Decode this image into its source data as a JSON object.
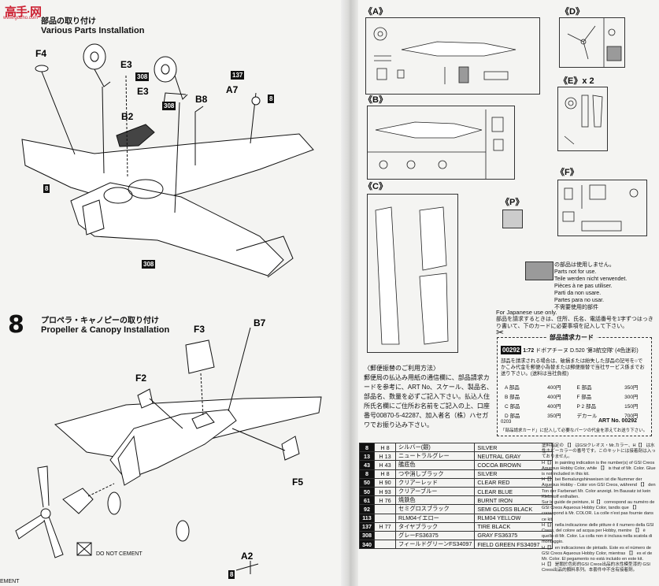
{
  "watermark": {
    "logo": "高手·网",
    "url": "www.go2ho.com"
  },
  "step7": {
    "jp_title": "部品の取り付け",
    "en_title": "Various Parts Installation",
    "callouts": {
      "f4": "F4",
      "e3a": "E3",
      "e3b": "E3",
      "b2": "B2",
      "b8": "B8",
      "a7": "A7"
    },
    "codes": {
      "c308a": "308",
      "c308b": "308",
      "c308c": "308",
      "c137": "137",
      "c8a": "8",
      "c8b": "8"
    }
  },
  "step8": {
    "num": "8",
    "jp_title": "プロペラ・キャノピーの取り付け",
    "en_title": "Propeller & Canopy Installation",
    "callouts": {
      "f3": "F3",
      "b7": "B7",
      "f2": "F2",
      "f5": "F5",
      "a2": "A2"
    },
    "codes": {
      "c8": "8"
    },
    "do_not_cement": "DO NOT CEMENT",
    "cement_cut": "EMENT"
  },
  "sprues": {
    "a": "《A》",
    "b": "《B》",
    "c": "《C》",
    "d": "《D》",
    "e": "《E》x 2",
    "f": "《F》",
    "p": "《P》"
  },
  "not_for_use": {
    "jp": "の部品は使用しません。",
    "lines": [
      "Parts not for use.",
      "Teile werden nicht verwendet.",
      "Pièces à ne pas utiliser.",
      "Parti da non usare.",
      "Partes para no usar.",
      "不需要使用的部件"
    ]
  },
  "japan_only": {
    "en": "For Japanese use only.",
    "jp": "部品を請求するときは、住所、氏名、電話番号を1字ずつはっきり書いて、下のカードに必要事項を記入して下さい。"
  },
  "order_card": {
    "title": "部品請求カード",
    "kit_no": "00292",
    "kit_scale": "1:72",
    "kit_name": "ドボアチーヌ D.520 '第3航空隊' (4色迷彩)",
    "body": "部品を請求される場合は、破損または紛失した部品の記号を○でかこみ代金を郵便小為替または郵便振替で当社サービス係までお送り下さい。(送料は当社負担)",
    "prices": [
      {
        "part": "A 部品",
        "price": "400円",
        "part2": "E 部品",
        "price2": "350円"
      },
      {
        "part": "B 部品",
        "price": "400円",
        "part2": "F 部品",
        "price2": "300円"
      },
      {
        "part": "C 部品",
        "price": "400円",
        "part2": "P 2 部品",
        "price2": "150円"
      },
      {
        "part": "D 部品",
        "price": "350円",
        "part2": "デカール",
        "price2": "700円"
      }
    ],
    "code": "0203",
    "art_no": "ART No. 00292",
    "footer": "「部品請求カード」に記入して必要なパーツの代金を添えてお送り下さい。"
  },
  "postal_note": {
    "title": "〈郵便振替のご利用方法〉",
    "body": "郵便局の払込み用紙の通信欄に、部品請求カードを参考に、ART No、スケール、製品名、部品名、数量を必ずご記入下さい。払込人住所氏名欄にご住所お名前をご記入の上、口座番号00870-5-42287、加入者名（株）ハセガワでお振り込み下さい。"
  },
  "color_table": [
    {
      "code": "8",
      "h": "H 8",
      "jp": "シルバー(銀)",
      "en": "SILVER"
    },
    {
      "code": "13",
      "h": "H 13",
      "jp": "ニュートラルグレー",
      "en": "NEUTRAL GRAY"
    },
    {
      "code": "43",
      "h": "H 43",
      "jp": "艦底色",
      "en": "COCOA BROWN"
    },
    {
      "code": "8",
      "h": "H 8",
      "jp": "つや消しブラック",
      "en": "SILVER"
    },
    {
      "code": "50",
      "h": "H 90",
      "jp": "クリアーレッド",
      "en": "CLEAR RED"
    },
    {
      "code": "50",
      "h": "H 93",
      "jp": "クリアーブルー",
      "en": "CLEAR BLUE"
    },
    {
      "code": "61",
      "h": "H 76",
      "jp": "焼鉄色",
      "en": "BURNT IRON"
    },
    {
      "code": "92",
      "h": "",
      "jp": "セミグロスブラック",
      "en": "SEMI GLOSS BLACK"
    },
    {
      "code": "113",
      "h": "",
      "jp": "RLM04イエロー",
      "en": "RLM04 YELLOW"
    },
    {
      "code": "137",
      "h": "H 77",
      "jp": "タイヤブラック",
      "en": "TIRE BLACK"
    },
    {
      "code": "308",
      "h": "",
      "jp": "グレーFS36375",
      "en": "GRAY FS36375"
    },
    {
      "code": "340",
      "h": "",
      "jp": "フィールドグリーンFS34097",
      "en": "FIELD GREEN FS34097"
    }
  ],
  "language_notes": [
    "塗料指定の 【】 はGSIクレオス・Mr.カラー、H【】 は水性ホビーカラーの番号です。このキットには接着剤は入っておりません。",
    "H【】 in painting indication is the number(s) of GSI Creos Aqueous Hobby Color, while 【】 is that of Mr. Color. Glue is not included in this kit.",
    "H【】 bei Bemalungshinweisen ist die Nummer der Aqueous Hobby - Color von GSI Creos, während 【】 den Ton der Farbenart Mr. Color anzeigt. Im Bausatz ist kein Klebstoff enthalten.",
    "Sur le guide de peinture, H【】 correspond au numéro de GSI Creos Aqueous Hobby Color, tandis que 【】 correspond à Mr. COLOR. La colle n'est pas fournie dans ce kit.",
    "H【】 nella indicazione delle pitture è il numero della GSI Creos, del colore ad acqua per Hobby, mentre 【】 è quello di Mr. Color. La colla non è inclusa nella scatola di montaggio.",
    "H【】 en indicaciones de pintado. Este es el número de GSI Creos Aqueous Hobby Color, mientras 【】 es el de Mr. Color. El pegamento no está incluido en este kit.",
    "H【】 是關於色彩的GSI Creos出品的水性模型漆的 GSI Creos出品的顏料系列。本套件中不含有接着劑。"
  ],
  "colors": {
    "ink": "#111111",
    "paper": "#f4f4f2",
    "grey_fill": "#9a9a9a"
  }
}
